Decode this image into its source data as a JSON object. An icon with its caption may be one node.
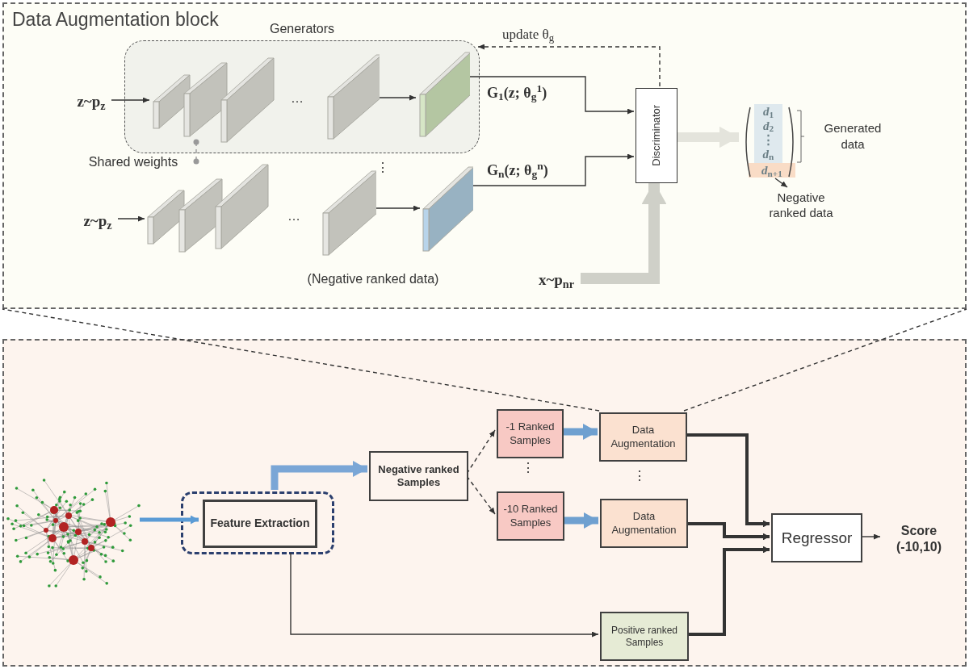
{
  "diagram": {
    "nodes": [
      {
        "text": [
          "Data Augmentation block"
        ]
      },
      {
        "text": [
          "Generators"
        ],
        "in": 0
      },
      {
        "text": [
          "z~p$_{z}$"
        ],
        "in": 0
      },
      {
        "text": [],
        "shape": "picture",
        "in": 1
      },
      {
        "text": [],
        "shape": "picture",
        "in": 1
      },
      {
        "text": [
          "z~p$_{z}$"
        ],
        "in": 0
      },
      {
        "text": [],
        "shape": "picture",
        "in": 0
      },
      {
        "text": [],
        "shape": "picture",
        "in": 0
      },
      {
        "text": [
          "Discriminator"
        ],
        "in": 0
      },
      {
        "text": [
          "x~p$_{nr}$"
        ],
        "in": 0
      },
      {
        "text": [
          "*d*$_{1}$",
          "*d*$_{2}$",
          "⋮",
          "*d*$_{n}$",
          "*d*$_{n+1}$"
        ],
        "beside": [
          "Generated data"
        ],
        "in": 0
      },
      {
        "text": [
          "Negative ranked data"
        ],
        "in": 0
      },
      {
        "text": [],
        "shape": "box"
      },
      {
        "text": [],
        "shape": "picture",
        "in": 12
      },
      {
        "text": [],
        "shape": "box",
        "in": 12
      },
      {
        "text": [
          "Feature Extraction"
        ],
        "in": 14
      },
      {
        "text": [
          "Negative ranked Samples"
        ],
        "in": 12
      },
      {
        "text": [
          "-1 Ranked Samples"
        ],
        "in": 12
      },
      {
        "text": [
          "-10 Ranked Samples"
        ],
        "in": 12
      },
      {
        "text": [
          "Data Augmentation"
        ],
        "in": 12
      },
      {
        "text": [
          "Data Augmentation"
        ],
        "in": 12
      },
      {
        "text": [
          "Positive ranked Samples"
        ],
        "in": 12
      },
      {
        "text": [
          "Regressor"
        ],
        "in": 12
      },
      {
        "text": [
          "Score (-10,10)"
        ],
        "in": 12
      }
    ],
    "edges": [
      {
        "from": 2,
        "to": 3,
        "arrow": "to"
      },
      {
        "from": 3,
        "to": 4,
        "arrow": "to"
      },
      {
        "from": 5,
        "to": 6,
        "arrow": "to"
      },
      {
        "from": 6,
        "to": 7,
        "arrow": "to"
      },
      {
        "from": 3,
        "to": 6,
        "arrow": "other",
        "style": "dashed",
        "color": "#999999"
      },
      {
        "from": 4,
        "to": 8,
        "arrow": "to",
        "label": "G$_{1}$(z; θ$_{g}$$^{1}$)"
      },
      {
        "from": 7,
        "to": 8,
        "arrow": "to",
        "label": "G$_{n}$(z; θ$_{g}$$^{n}$)"
      },
      {
        "from": 8,
        "to": 1,
        "arrow": "to",
        "style": "dashed",
        "label": "update θ$_{g}$"
      },
      {
        "from": 9,
        "to": 8,
        "arrow": "to",
        "style": "thick",
        "color": "#cfd0c8"
      },
      {
        "from": 8,
        "to": 10,
        "arrow": "to",
        "style": "thick",
        "color": "#e4e4dc"
      },
      {
        "from": 10,
        "to": 11,
        "arrow": "to"
      },
      {
        "from": 13,
        "to": 15,
        "arrow": "to",
        "style": "thick",
        "color": "#5b9bd5"
      },
      {
        "from": 14,
        "to": 16,
        "arrow": "to",
        "style": "thick",
        "color": "#7aa6d6"
      },
      {
        "from": 16,
        "to": 17,
        "arrow": "to",
        "style": "dashed"
      },
      {
        "from": 16,
        "to": 18,
        "arrow": "to",
        "style": "dashed"
      },
      {
        "from": 17,
        "to": 19,
        "arrow": "to",
        "style": "thick",
        "color": "#6fa0d0"
      },
      {
        "from": 18,
        "to": 20,
        "arrow": "to",
        "style": "thick",
        "color": "#6fa0d0"
      },
      {
        "from": 19,
        "to": 22,
        "arrow": "to",
        "style": "thick"
      },
      {
        "from": 20,
        "to": 22,
        "arrow": "to",
        "style": "thick"
      },
      {
        "from": 21,
        "to": 22,
        "arrow": "to",
        "style": "thick"
      },
      {
        "from": 14,
        "to": 21,
        "arrow": "to"
      },
      {
        "from": 22,
        "to": 23,
        "arrow": "to"
      },
      {
        "from": 19,
        "to": 0,
        "arrow": "none",
        "style": "dashed"
      },
      {
        "from": 19,
        "to": 0,
        "arrow": "none",
        "style": "dashed"
      }
    ],
    "labels": [
      "…",
      "Shared weights",
      "⋮",
      "…",
      "(Negative ranked data)",
      "⋮",
      "⋮"
    ]
  }
}
